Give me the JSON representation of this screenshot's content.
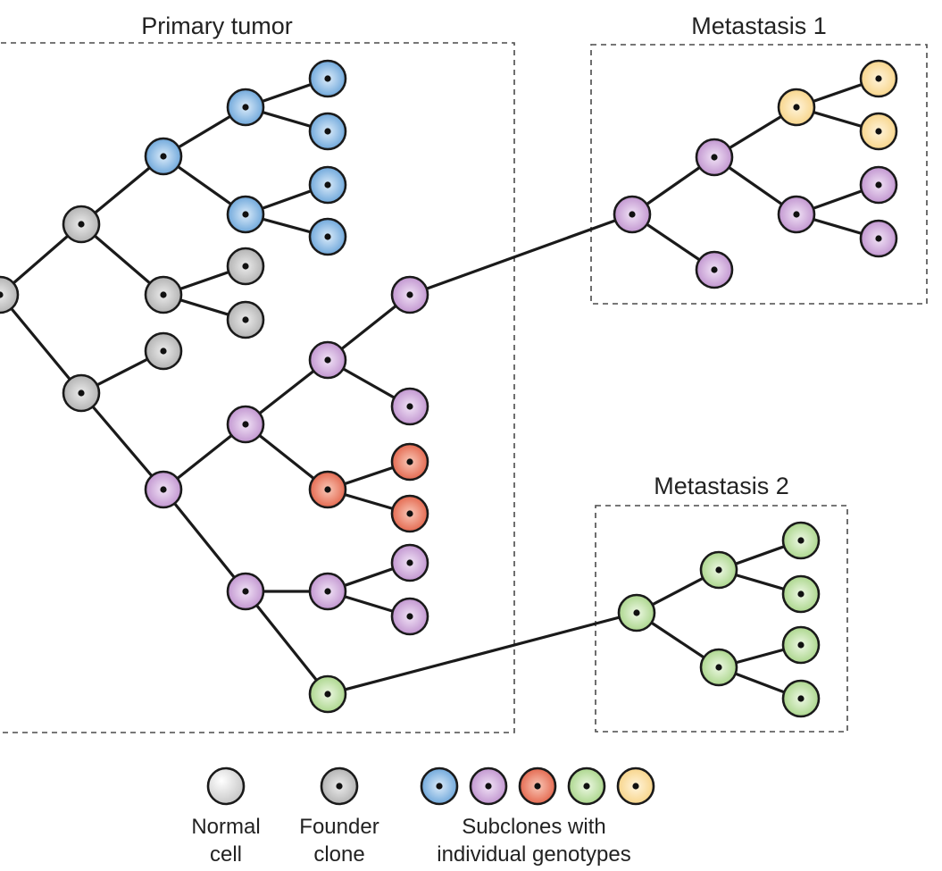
{
  "regions": {
    "primary": {
      "title": "Primary tumor"
    },
    "met1": {
      "title": "Metastasis 1"
    },
    "met2": {
      "title": "Metastasis 2"
    }
  },
  "legend": {
    "normal": {
      "line1": "Normal",
      "line2": "cell"
    },
    "founder": {
      "line1": "Founder",
      "line2": "clone"
    },
    "subclones": {
      "line1": "Subclones with",
      "line2": "individual genotypes"
    }
  },
  "colors": {
    "normal": "#c4c4c4",
    "founder": "#a8a8a8",
    "blue": "#5b9bd5",
    "purple": "#b987c9",
    "red": "#e0573c",
    "green": "#9fd07c",
    "yellow": "#f6cf7b"
  },
  "cell_types": {
    "normal": "normal-cell",
    "founder": "founder-clone",
    "blue": "blue-subclone",
    "purple": "purple-subclone",
    "red": "red-subclone",
    "green": "green-subclone",
    "yellow": "yellow-subclone"
  }
}
